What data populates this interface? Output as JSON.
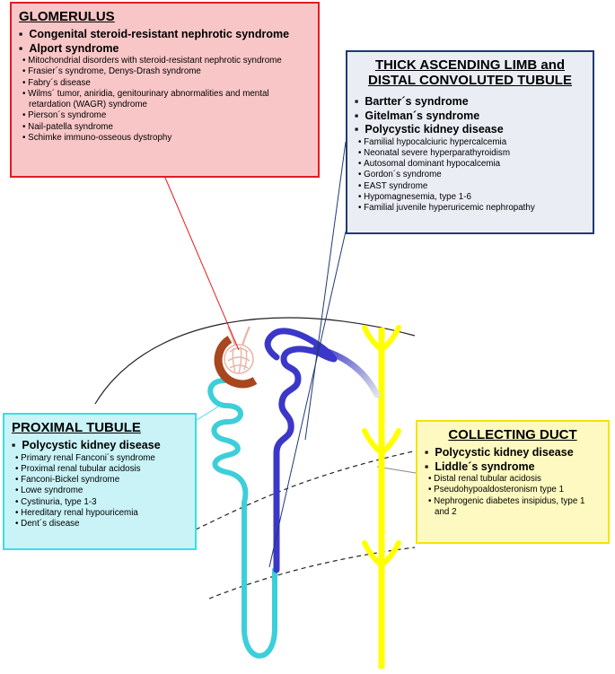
{
  "glomerulus": {
    "title": "GLOMERULUS",
    "major": [
      "Congenital steroid-resistant nephrotic syndrome",
      "Alport syndrome"
    ],
    "minor": [
      "Mitochondrial disorders with steroid-resistant nephrotic syndrome",
      "Frasier´s syndrome, Denys-Drash syndrome",
      "Fabry´s disease",
      "Wilms´ tumor, aniridia, genitourinary abnormalities and mental retardation (WAGR) syndrome",
      "Pierson´s syndrome",
      "Nail-patella syndrome",
      "Schimke immuno-osseous dystrophy"
    ],
    "colors": {
      "fill": "#f9c6c7",
      "border": "#e31b23"
    }
  },
  "thick_ascending_limb": {
    "title": "THICK ASCENDING LIMB and DISTAL CONVOLUTED TUBULE",
    "major": [
      "Bartter´s syndrome",
      "Gitelman´s syndrome",
      "Polycystic kidney disease"
    ],
    "minor": [
      "Familial hypocalciuric hypercalcemia",
      "Neonatal severe hyperparathyroidism",
      "Autosomal dominant hypocalcemia",
      "Gordon´s syndrome",
      "EAST syndrome",
      "Hypomagnesemia, type 1-6",
      "Familial juvenile hyperuricemic nephropathy"
    ],
    "colors": {
      "fill": "#eaedf4",
      "border": "#1f3a72"
    }
  },
  "proximal_tubule": {
    "title": "PROXIMAL TUBULE",
    "major": [
      "Polycystic kidney disease"
    ],
    "minor": [
      "Primary renal Fanconi´s syndrome",
      "Proximal renal tubular acidosis",
      "Fanconi-Bickel syndrome",
      "Lowe syndrome",
      "Cystinuria, type 1-3",
      "Hereditary renal hypouricemia",
      "Dent´s disease"
    ],
    "colors": {
      "fill": "#c9f3f7",
      "border": "#3bdde8"
    }
  },
  "collecting_duct": {
    "title": "COLLECTING DUCT",
    "major": [
      "Polycystic kidney disease",
      "Liddle´s syndrome"
    ],
    "minor": [
      "Distal renal tubular acidosis",
      "Pseudohypoaldosteronism type 1",
      "Nephrogenic diabetes insipidus, type 1 and 2"
    ],
    "colors": {
      "fill": "#fdf9c0",
      "border": "#f2e500"
    }
  },
  "diagram_colors": {
    "proximal_tubule": "#3ccfd9",
    "distal_tubule": "#3b37c9",
    "collecting_duct": "#ffff00",
    "glomerulus_capsule": "#a8461f",
    "glomerulus_capillaries": "#e8b4a8",
    "connector_red": "#e31b23",
    "connector_blue": "#1f3a72"
  }
}
